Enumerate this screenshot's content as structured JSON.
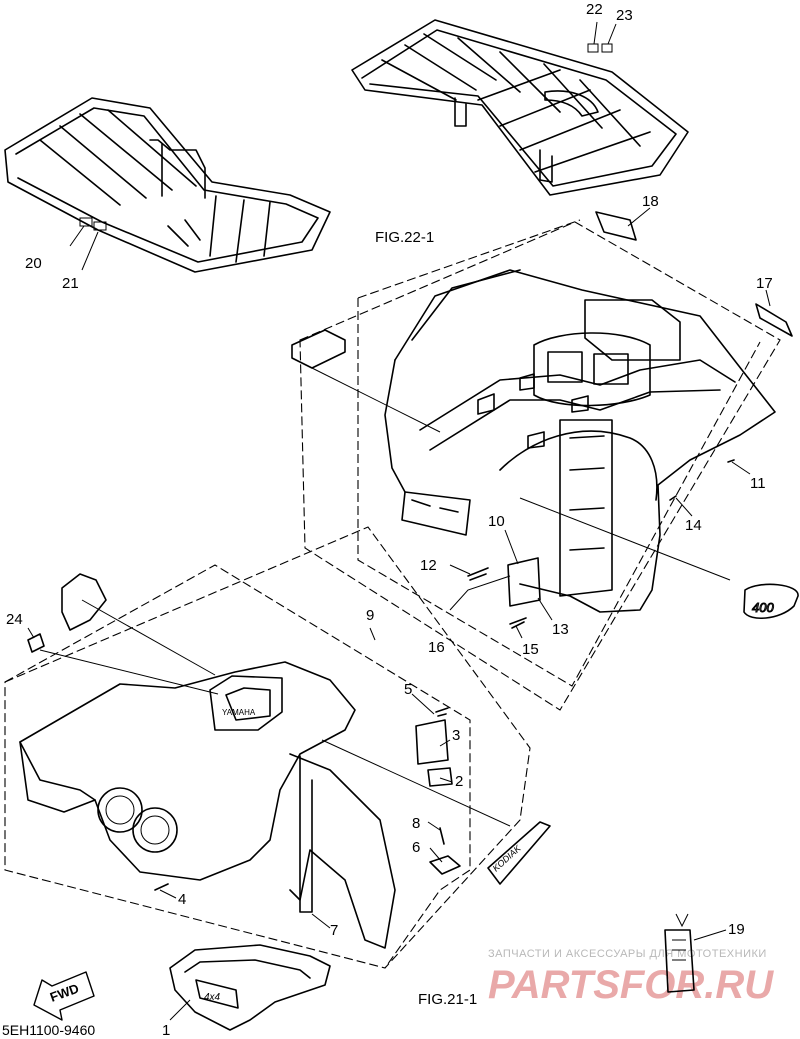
{
  "diagram": {
    "parts": {
      "p1": "1",
      "p2": "2",
      "p3": "3",
      "p4": "4",
      "p5": "5",
      "p6": "6",
      "p7": "7",
      "p8": "8",
      "p9": "9",
      "p10": "10",
      "p11": "11",
      "p12": "12",
      "p13": "13",
      "p14": "14",
      "p15": "15",
      "p16": "16",
      "p17": "17",
      "p18": "18",
      "p19": "19",
      "p20": "20",
      "p21": "21",
      "p22": "22",
      "p23": "23",
      "p24": "24"
    },
    "figure_refs": {
      "rear": "FIG.22-1",
      "front": "FIG.21-1"
    },
    "emblems": {
      "rear_badge": "400",
      "side_badge": "KODIAK",
      "seat_badge": "4x4",
      "tank_badge": "YAMAHA",
      "direction": "FWD"
    },
    "diagram_code": "5EH1100-9460",
    "watermark": {
      "line1": "ЗАПЧАСТИ И АКСЕССУАРЫ ДЛЯ МОТОТЕХНИКИ",
      "line2": "PARTSFOR.RU"
    }
  }
}
